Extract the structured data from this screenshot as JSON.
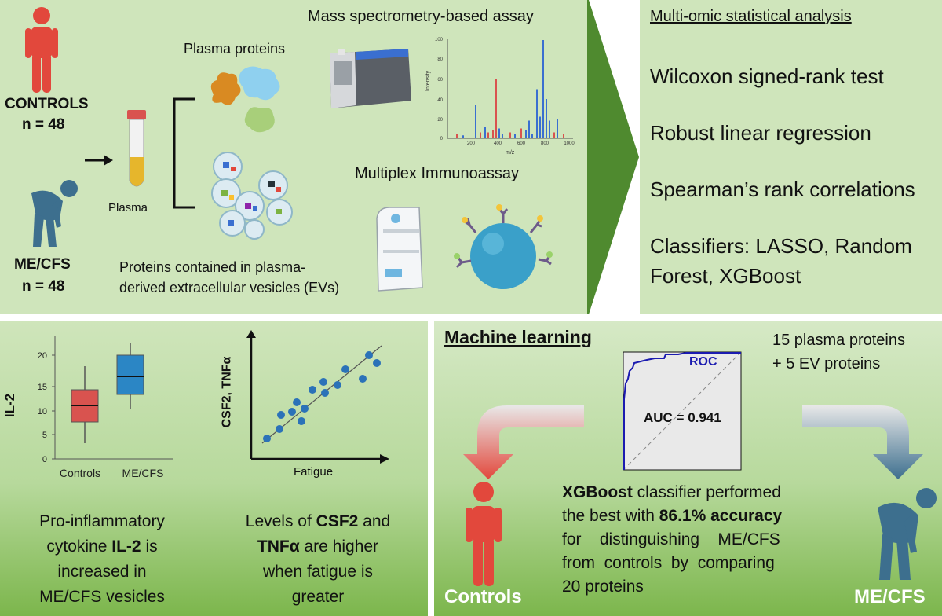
{
  "top": {
    "controls_label": "CONTROLS",
    "controls_n": "n = 48",
    "mecfs_label": "ME/CFS",
    "mecfs_n": "n = 48",
    "plasma_label": "Plasma",
    "plasma_proteins": "Plasma proteins",
    "ev_line1": "Proteins contained in plasma-",
    "ev_line2": "derived extracellular vesicles (EVs)",
    "mass_spec": "Mass spectrometry-based assay",
    "multiplex": "Multiplex Immunoassay",
    "spectrum": {
      "ylabel": "Intensity",
      "xlabel": "m/z",
      "yticks": [
        "0",
        "20",
        "40",
        "60",
        "80",
        "100"
      ],
      "xticks": [
        "200",
        "400",
        "600",
        "800",
        "1000"
      ]
    }
  },
  "analysis": {
    "title": "Multi-omic statistical analysis",
    "item1": "Wilcoxon signed-rank test",
    "item2": "Robust linear regression",
    "item3": "Spearman’s rank correlations",
    "item4_line1": "Classifiers: LASSO, Random",
    "item4_line2": "Forest, XGBoost"
  },
  "boxplot": {
    "ylabel": "IL-2",
    "yticks": [
      "0",
      "5",
      "10",
      "15",
      "20"
    ],
    "xticks": [
      "Controls",
      "ME/CFS"
    ],
    "colors": {
      "controls": "#d9534f",
      "mecfs": "#2b86c5"
    }
  },
  "scatter": {
    "ylabel": "CSF2, TNFα",
    "xlabel": "Fatigue"
  },
  "captions": {
    "il2_1": "Pro-inflammatory",
    "il2_2a": "cytokine ",
    "il2_2b": "IL-2",
    "il2_2c": " is",
    "il2_3": "increased in",
    "il2_4": "ME/CFS vesicles",
    "tnf_1a": "Levels of ",
    "tnf_1b": "CSF2",
    "tnf_1c": " and",
    "tnf_2a": "TNFα",
    "tnf_2b": " are higher",
    "tnf_3": "when fatigue is",
    "tnf_4": "greater"
  },
  "ml": {
    "title": "Machine learning",
    "features_1": "15 plasma proteins",
    "features_2": "+ 5 EV proteins",
    "roc_label": "ROC",
    "auc_label": "AUC = 0.941",
    "desc_1a": "XGBoost",
    "desc_1b": " classifier performed",
    "desc_2a": "the best with ",
    "desc_2b": "86.1% accuracy",
    "desc_3": "for    distinguishing    ME/CFS",
    "desc_4": "from  controls  by  comparing",
    "desc_5": "20 proteins",
    "controls_label": "Controls",
    "mecfs_label": "ME/CFS"
  },
  "colors": {
    "panel_green": "#cfe5bb",
    "arrow_green": "#4f8a2f",
    "controls_red": "#e2483c",
    "mecfs_blue": "#3d6f8e"
  }
}
